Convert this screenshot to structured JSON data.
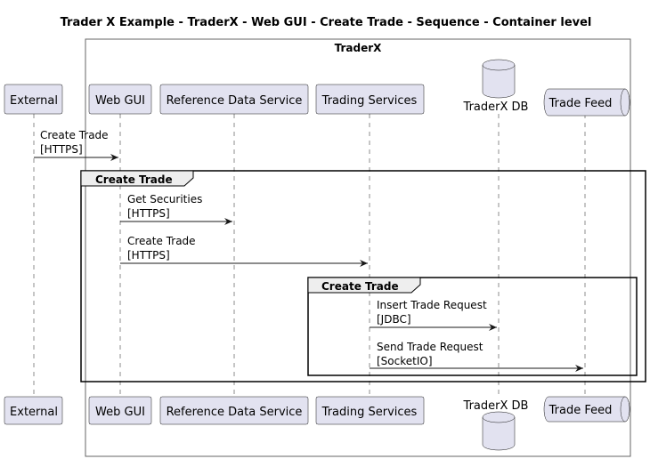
{
  "title": "Trader X Example - TraderX - Web GUI - Create Trade - Sequence - Container level",
  "boundary": {
    "label": "TraderX"
  },
  "participants": [
    {
      "id": "external",
      "label": "External",
      "shape": "rectangle"
    },
    {
      "id": "webgui",
      "label": "Web GUI",
      "shape": "rectangle"
    },
    {
      "id": "refdata",
      "label": "Reference Data Service",
      "shape": "rectangle"
    },
    {
      "id": "trading",
      "label": "Trading Services",
      "shape": "rectangle"
    },
    {
      "id": "db",
      "label": "TraderX DB",
      "shape": "database"
    },
    {
      "id": "feed",
      "label": "Trade Feed",
      "shape": "queue"
    }
  ],
  "groups": [
    {
      "id": "outer",
      "label": "Create Trade"
    },
    {
      "id": "inner",
      "label": "Create Trade"
    }
  ],
  "messages": [
    {
      "from": "external",
      "to": "webgui",
      "line1": "Create Trade",
      "line2": "[HTTPS]"
    },
    {
      "from": "webgui",
      "to": "refdata",
      "line1": "Get Securities",
      "line2": "[HTTPS]"
    },
    {
      "from": "webgui",
      "to": "trading",
      "line1": "Create Trade",
      "line2": "[HTTPS]"
    },
    {
      "from": "trading",
      "to": "db",
      "line1": "Insert Trade Request",
      "line2": "[JDBC]"
    },
    {
      "from": "trading",
      "to": "feed",
      "line1": "Send Trade Request",
      "line2": "[SocketIO]"
    }
  ],
  "colors": {
    "participant_fill": "#E2E2F0",
    "line": "#181818",
    "background": "#FFFFFF"
  }
}
